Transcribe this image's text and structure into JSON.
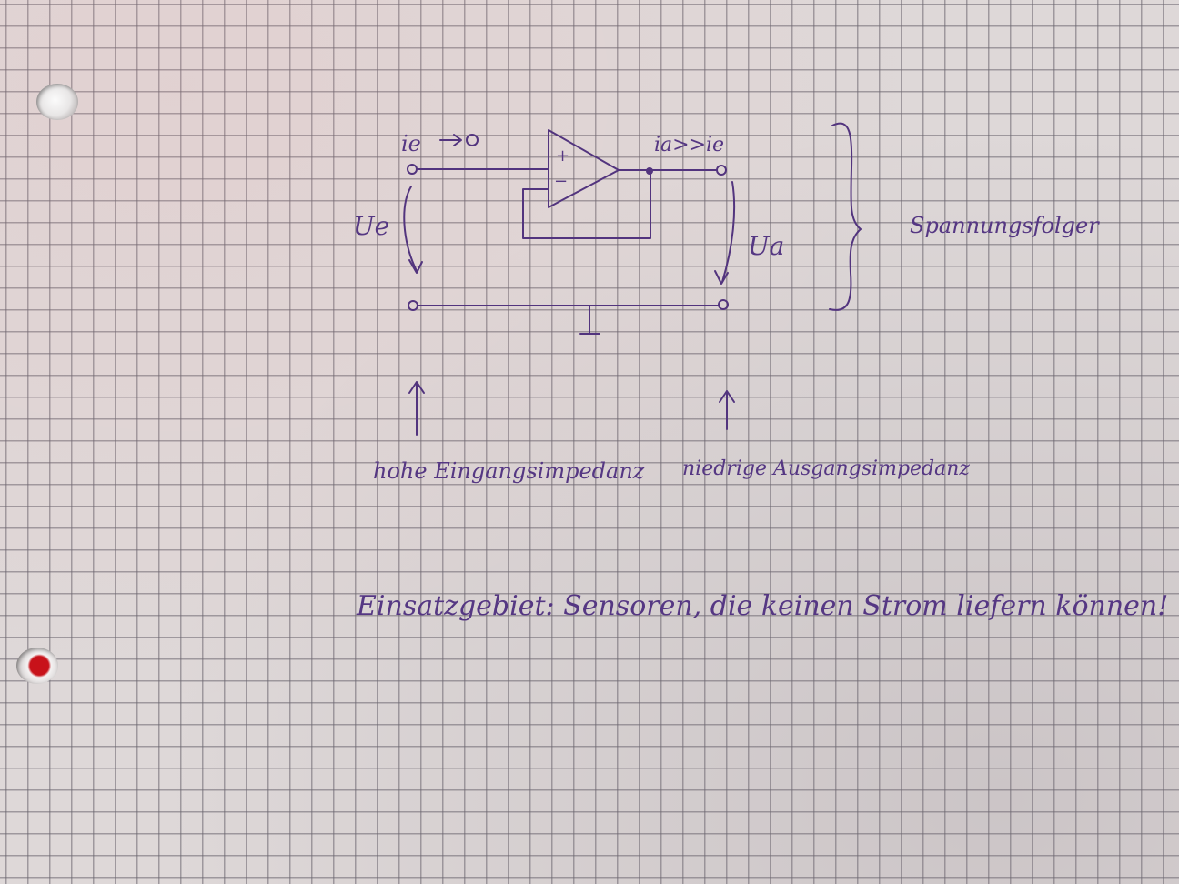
{
  "diagram": {
    "labels": {
      "ie_input_current": "ie →0",
      "ia_output_current": "ia>>ie",
      "plus_sign": "+",
      "minus_sign": "−",
      "input_voltage": "Ue",
      "output_voltage": "Ua",
      "circuit_name": "Spannungsfolger",
      "ground_symbol": "⊥"
    },
    "annotations": {
      "input_note": "hohe Eingangsimpedanz",
      "output_note": "niedrige Ausgangsimpedanz"
    },
    "footer": "Einsatzgebiet: Sensoren, die keinen Strom liefern können!",
    "colors": {
      "ink": "#52347e",
      "paper": "#ded8d8",
      "grid": "#69646e",
      "hole_marker": "#c8121a"
    }
  }
}
